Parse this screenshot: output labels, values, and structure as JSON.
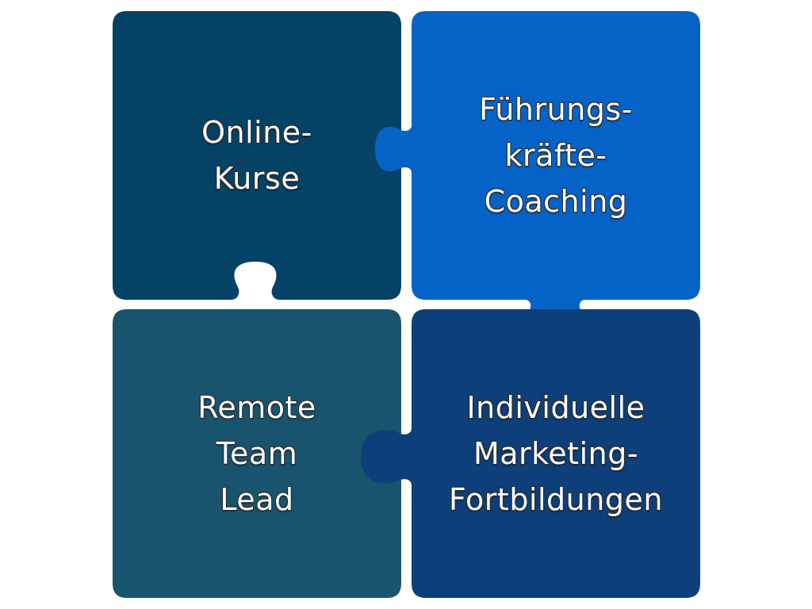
{
  "pieces": [
    {
      "id": "online-kurse",
      "lines": [
        "Online-",
        "Kurse"
      ],
      "color": "#044266"
    },
    {
      "id": "fuehrungskraefte-coaching",
      "lines": [
        "Führungs-",
        "kräfte-",
        "Coaching"
      ],
      "color": "#0563C8"
    },
    {
      "id": "remote-team-lead",
      "lines": [
        "Remote",
        "Team",
        "Lead"
      ],
      "color": "#19546F"
    },
    {
      "id": "individuelle-marketing-fortbildungen",
      "lines": [
        "Individuelle",
        "Marketing-",
        "Fortbildungen"
      ],
      "color": "#0D3F7A"
    }
  ]
}
